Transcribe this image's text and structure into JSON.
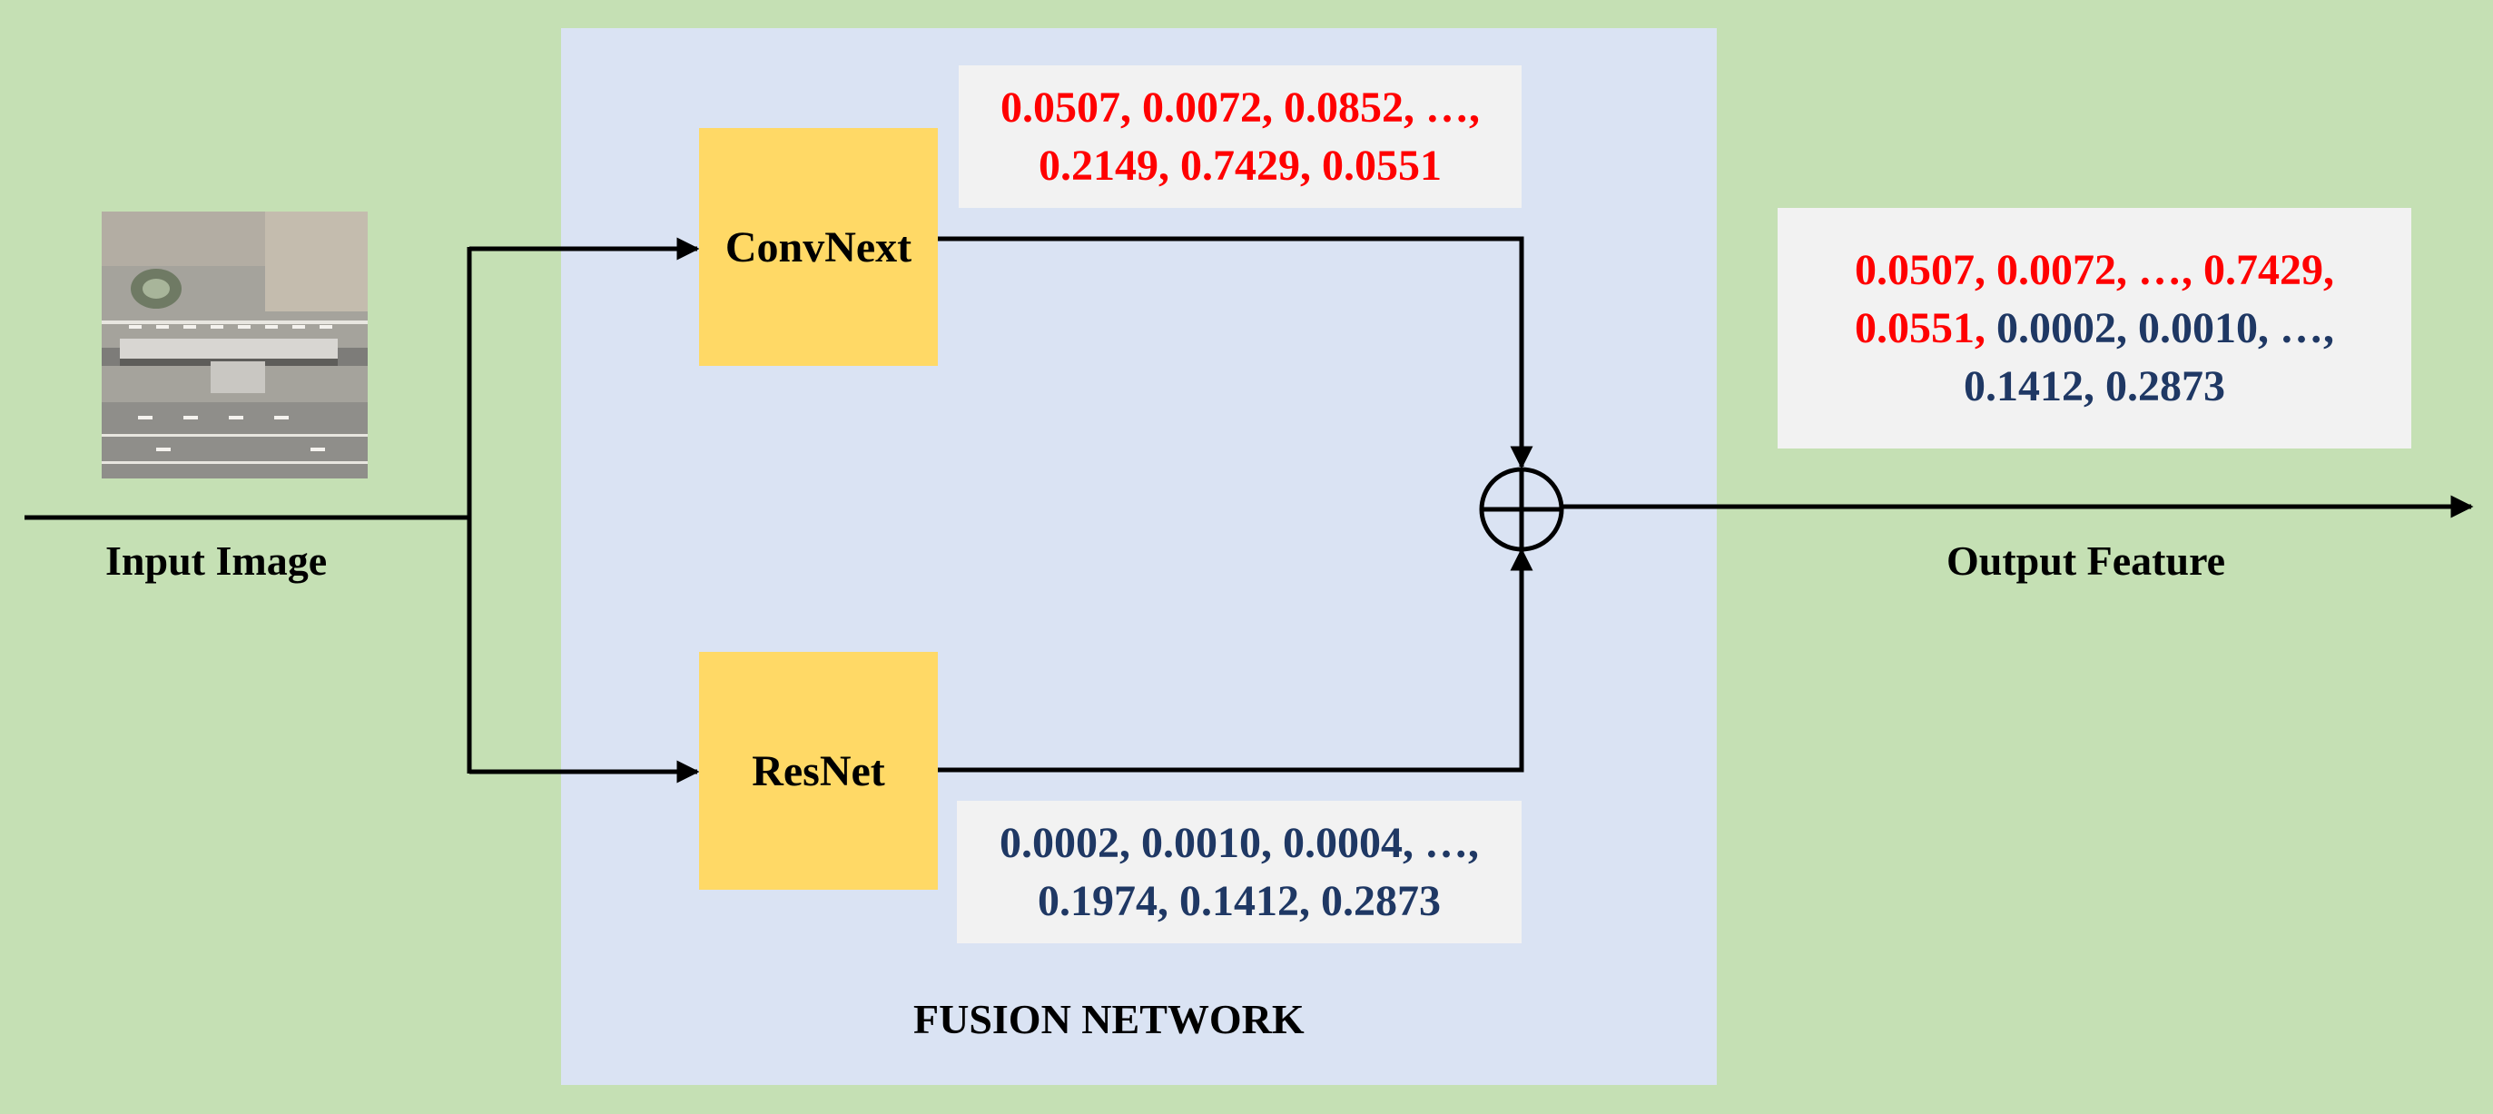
{
  "labels": {
    "input": "Input Image",
    "output": "Output Feature",
    "fusion": "FUSION NETWORK"
  },
  "blocks": {
    "convnext": "ConvNext",
    "resnet": "ResNet"
  },
  "vectors": {
    "convnext": [
      "0.0507, 0.0072, 0.0852, …,",
      "0.2149, 0.7429, 0.0551"
    ],
    "resnet": [
      "0.0002, 0.0010, 0.0004, …,",
      "0.1974, 0.1412, 0.2873"
    ],
    "output": {
      "line1": "0.0507, 0.0072, …, 0.7429,",
      "line2_red": "0.0551,",
      "line2_navy": " 0.0002, 0.0010, …,",
      "line3": "0.1412, 0.2873"
    }
  },
  "operator": "⊕",
  "colors": {
    "background": "#c5e0b4",
    "fusion_panel": "#dae3f3",
    "block_fill": "#ffd966",
    "vector_fill": "#f2f2f2",
    "convnext_values": "#ff0000",
    "resnet_values": "#1f3864"
  }
}
